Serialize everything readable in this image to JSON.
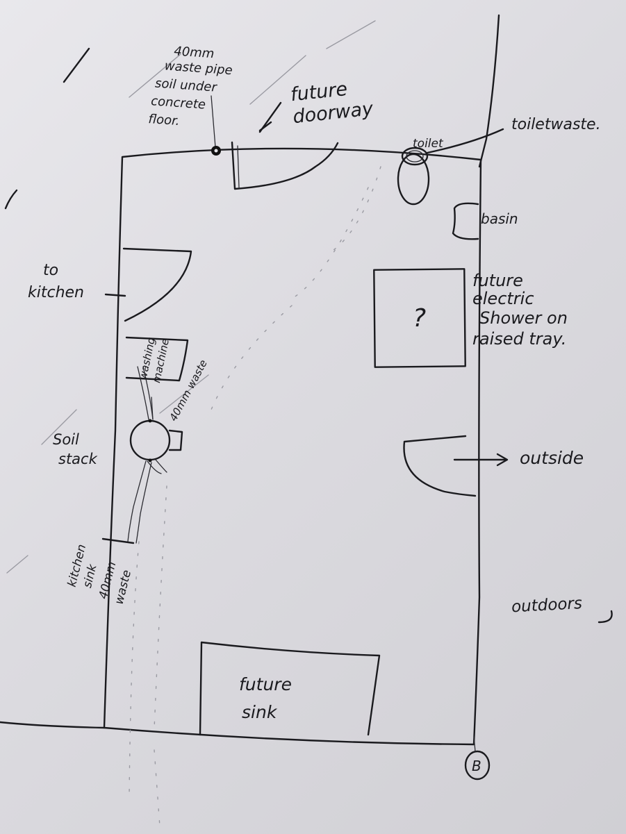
{
  "labels": {
    "waste_pipe": [
      "40mm",
      "waste pipe",
      "soil under",
      "concrete",
      "floor."
    ],
    "future_doorway": [
      "future",
      "doorway"
    ],
    "toilet": "toilet",
    "toilet_waste": "toiletwaste.",
    "basin": "basin",
    "shower_mark": "?",
    "shower": [
      "future",
      "electric",
      "Shower on",
      "raised tray."
    ],
    "to_kitchen": [
      "to",
      "kitchen"
    ],
    "washing_machine": [
      "washing",
      "machine"
    ],
    "washing_waste": "40mm waste",
    "soil_stack": [
      "Soil",
      "stack"
    ],
    "kitchen_sink": [
      "kitchen",
      "sink",
      "40mm",
      "waste"
    ],
    "outside": "outside",
    "outdoors": "outdoors",
    "future_sink": [
      "future",
      "sink"
    ],
    "corner_mark": "B"
  }
}
